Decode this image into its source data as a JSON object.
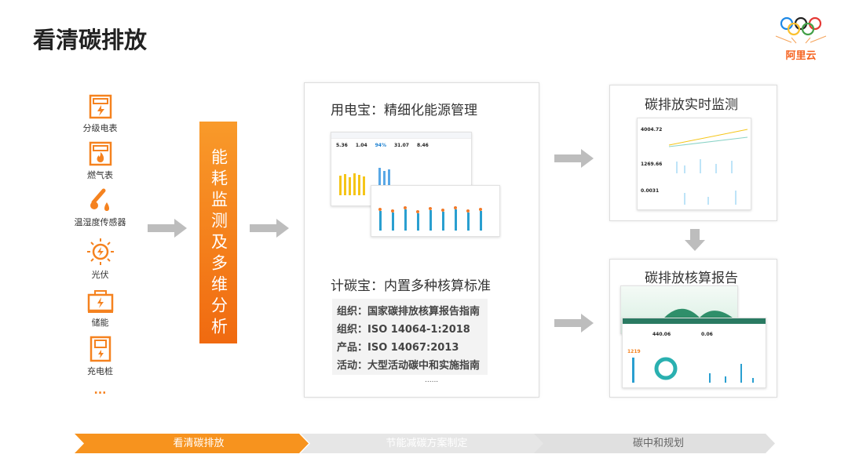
{
  "title": "看清碳排放",
  "logo": {
    "text": "阿里云"
  },
  "devices": [
    {
      "label": "分级电表",
      "icon": "electric-meter-icon"
    },
    {
      "label": "燃气表",
      "icon": "gas-meter-icon"
    },
    {
      "label": "温湿度传感器",
      "icon": "thermometer-icon"
    },
    {
      "label": "光伏",
      "icon": "solar-icon"
    },
    {
      "label": "储能",
      "icon": "battery-icon"
    },
    {
      "label": "充电桩",
      "icon": "charging-pile-icon"
    },
    {
      "label": "..."
    }
  ],
  "center_bar": "能耗监测及多维分析",
  "panel_left": {
    "title1": "用电宝：精细化能源管理",
    "title2": "计碳宝：内置多种核算标准",
    "standards": [
      "组织：国家碳排放核算报告指南",
      "组织：ISO 14064-1:2018",
      "产品：ISO 14067:2013",
      "活动：大型活动碳中和实施指南"
    ],
    "more": "......"
  },
  "panel_monitor": {
    "title": "碳排放实时监测"
  },
  "panel_report": {
    "title": "碳排放核算报告"
  },
  "steps": [
    "看清碳排放",
    "节能减碳方案制定",
    "碳中和规划"
  ],
  "colors": {
    "accent": "#f5821f",
    "gray": "#d9d9d9"
  }
}
